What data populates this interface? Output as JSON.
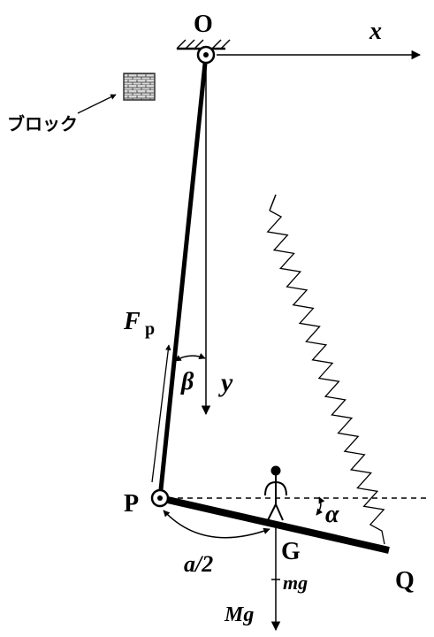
{
  "labels": {
    "origin": "O",
    "x_axis": "x",
    "y_axis": "y",
    "block": "ブロック",
    "force_main": "F",
    "force_sub": "p",
    "angle_beta": "β",
    "pivot": "P",
    "angle_alpha": "α",
    "center": "G",
    "end": "Q",
    "half_length": "a/2",
    "weight_person": "mg",
    "weight_board": "Mg"
  },
  "icons": {
    "block": "brick-block-icon",
    "person": "stick-figure-icon",
    "spring": "spring-icon",
    "pivot_top": "pivot-joint-icon",
    "pivot_bottom": "pivot-joint-icon"
  }
}
